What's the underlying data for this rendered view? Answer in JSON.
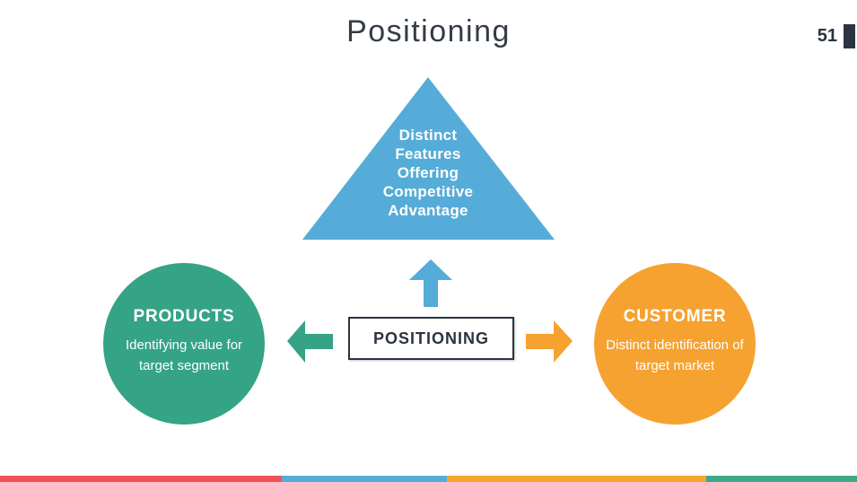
{
  "slide": {
    "title": "Positioning",
    "page_number": "51",
    "background_color": "#ffffff",
    "text_dark_color": "#2b3440"
  },
  "diagram": {
    "triangle": {
      "lines": [
        "Distinct",
        "Features",
        "Offering",
        "Competitive",
        "Advantage"
      ],
      "color": "#55acd8"
    },
    "up_arrow": {
      "color": "#55acd8",
      "direction": "up"
    },
    "left_arrow": {
      "color": "#35a385",
      "direction": "left"
    },
    "right_arrow": {
      "color": "#f6a230",
      "direction": "right"
    },
    "center_box": {
      "label": "POSITIONING",
      "border_color": "#2b3440"
    },
    "left_circle": {
      "title": "PRODUCTS",
      "description": "Identifying value for target segment",
      "color": "#35a385"
    },
    "right_circle": {
      "title": "CUSTOMER",
      "description": "Distinct identification of target market",
      "color": "#f6a230"
    }
  },
  "footer": {
    "segments": [
      {
        "name": "red",
        "color": "#ed5259"
      },
      {
        "name": "blue",
        "color": "#55acd8"
      },
      {
        "name": "orange",
        "color": "#f5a62b"
      },
      {
        "name": "green",
        "color": "#3ea98a"
      }
    ]
  }
}
